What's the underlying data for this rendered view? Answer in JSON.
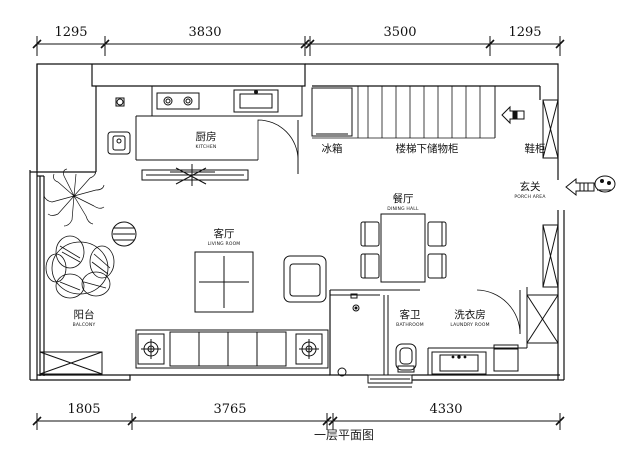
{
  "dimensions": {
    "top": [
      "1295",
      "3830",
      "3500",
      "1295"
    ],
    "bottom": [
      "1805",
      "3765",
      "4330"
    ]
  },
  "rooms": {
    "kitchen": {
      "cn": "厨房",
      "en": "KITCHEN"
    },
    "fridge": {
      "cn": "冰箱"
    },
    "stair_storage": {
      "cn": "楼梯下储物柜"
    },
    "shoe_cabinet": {
      "cn": "鞋柜"
    },
    "porch": {
      "cn": "玄关",
      "en": "PORCH AREA"
    },
    "dining": {
      "cn": "餐厅",
      "en": "DINING HALL"
    },
    "living": {
      "cn": "客厅",
      "en": "LIVING ROOM"
    },
    "balcony": {
      "cn": "阳台",
      "en": "BALCONY"
    },
    "guest_bath": {
      "cn": "客卫",
      "en": "BATHROOM"
    },
    "laundry": {
      "cn": "洗衣房",
      "en": "LAUNDRY ROOM"
    }
  },
  "title": "一层平面图",
  "colors": {
    "line": "#111111",
    "background": "#ffffff"
  }
}
